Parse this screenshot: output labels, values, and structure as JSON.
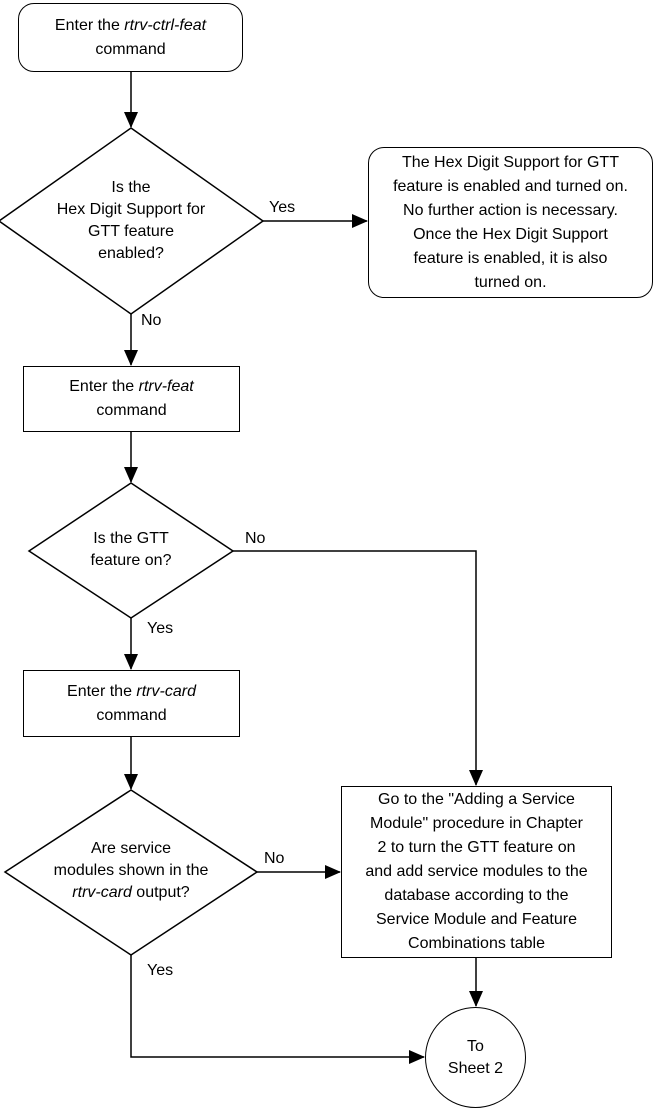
{
  "nodes": {
    "start": {
      "line1_pre": "Enter the ",
      "cmd": "rtrv-ctrl-feat",
      "line2": "command"
    },
    "decision_hex": {
      "lines": [
        "Is the",
        "Hex Digit Support for",
        "GTT feature",
        "enabled?"
      ]
    },
    "result_hex": {
      "lines": [
        "The Hex Digit Support for GTT",
        "feature is enabled and turned on.",
        "No further action is necessary.",
        "Once the Hex Digit Support",
        "feature is enabled, it is also",
        "turned on."
      ]
    },
    "rtrv_feat": {
      "line1_pre": "Enter the ",
      "cmd": "rtrv-feat",
      "line2": "command"
    },
    "decision_gtt": {
      "lines": [
        "Is the GTT",
        "feature on?"
      ]
    },
    "rtrv_card": {
      "line1_pre": "Enter the ",
      "cmd": "rtrv-card",
      "line2": "command"
    },
    "decision_modules": {
      "line1": "Are service",
      "line2": "modules shown in the",
      "line3_cmd": "rtrv-card",
      "line3_post": " output?"
    },
    "goto_box": {
      "lines": [
        "Go to the \"Adding a Service",
        "Module\" procedure in Chapter",
        "2 to turn the GTT feature on",
        "and add service modules to the",
        "database according to the",
        "Service Module and Feature",
        "Combinations table"
      ]
    },
    "sheet2": {
      "line1": "To",
      "line2": "Sheet 2"
    }
  },
  "labels": {
    "yes1": "Yes",
    "no1": "No",
    "no2": "No",
    "yes2": "Yes",
    "no3": "No",
    "yes3": "Yes"
  },
  "colors": {
    "line": "#000000",
    "background": "#ffffff",
    "text": "#000000"
  }
}
